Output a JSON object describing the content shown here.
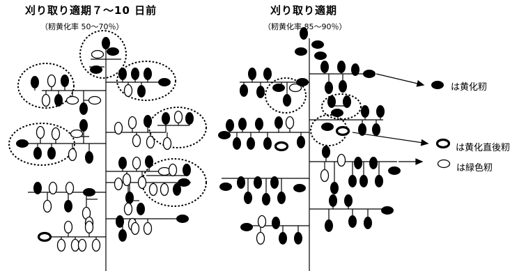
{
  "left_panel": {
    "title": "刈り取り適期７〜10 日前",
    "subtitle": "（籾黄化率 50〜70％）"
  },
  "right_panel": {
    "title": "刈り取り適期",
    "subtitle": "（籾黄化率 85〜90％）"
  },
  "legend": {
    "yellowed": "は黄化籾",
    "just_yellowed": "は黄化直後籾",
    "green": "は緑色籾"
  },
  "colors": {
    "ink": "#000000",
    "paper": "#ffffff"
  }
}
